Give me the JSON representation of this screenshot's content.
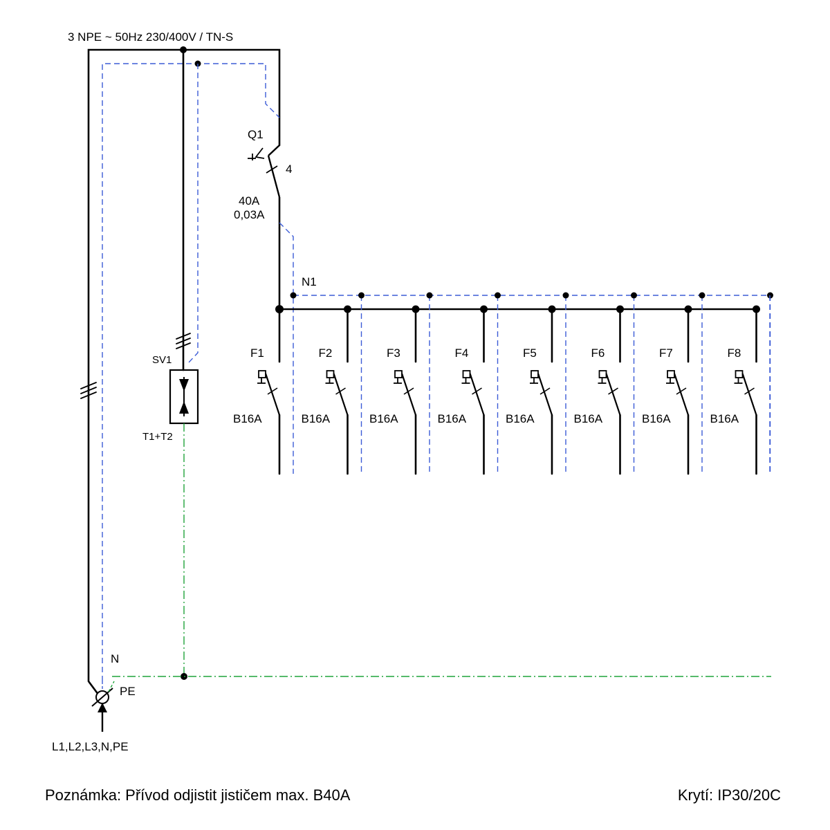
{
  "supply": {
    "title": "3 NPE ~ 50Hz  230/400V / TN-S",
    "input_label": "L1,L2,L3,N,PE",
    "n_label": "N",
    "pe_label": "PE"
  },
  "main_switch": {
    "name": "Q1",
    "poles": "4",
    "rating": "40A",
    "residual": "0,03A"
  },
  "surge": {
    "name": "SV1",
    "type": "T1+T2"
  },
  "neutral_bus": {
    "label": "N1"
  },
  "breakers": [
    {
      "name": "F1",
      "rating": "B16A"
    },
    {
      "name": "F2",
      "rating": "B16A"
    },
    {
      "name": "F3",
      "rating": "B16A"
    },
    {
      "name": "F4",
      "rating": "B16A"
    },
    {
      "name": "F5",
      "rating": "B16A"
    },
    {
      "name": "F6",
      "rating": "B16A"
    },
    {
      "name": "F7",
      "rating": "B16A"
    },
    {
      "name": "F8",
      "rating": "B16A"
    }
  ],
  "footer": {
    "note": "Poznámka: Přívod odjistit jističem max. B40A",
    "protection": "Krytí: IP30/20C"
  },
  "colors": {
    "phase": "#000000",
    "neutral": "#3b5bd6",
    "pe": "#1fa33a"
  }
}
